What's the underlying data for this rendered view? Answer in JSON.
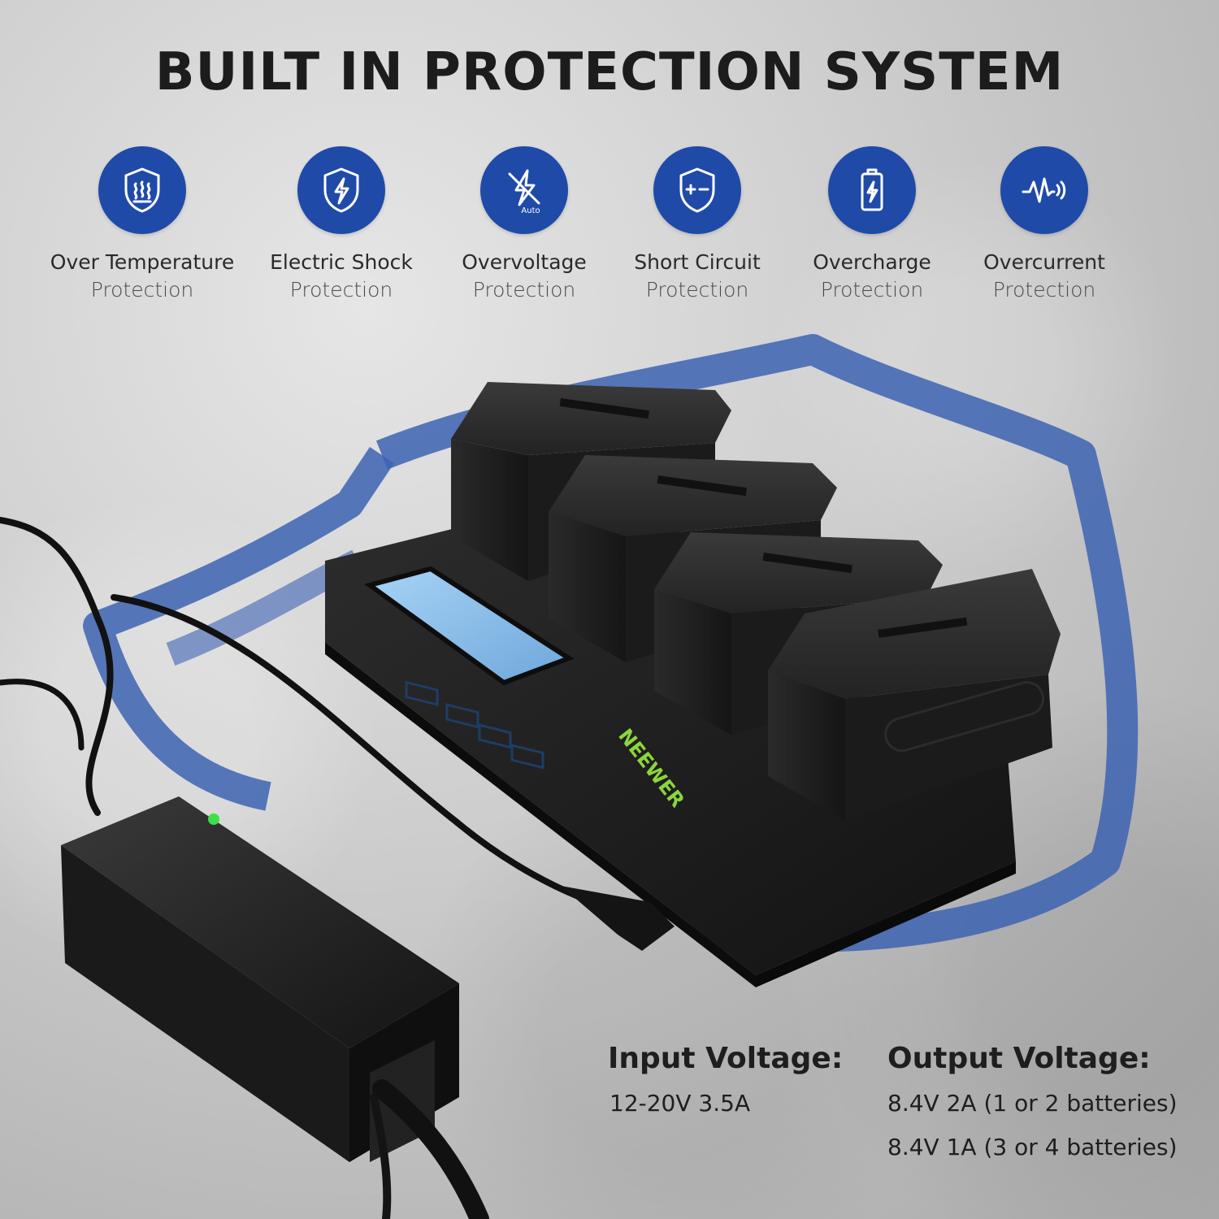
{
  "title": "BUILT IN PROTECTION SYSTEM",
  "features": [
    {
      "icon": "heat-shield-icon",
      "line1": "Over Temperature",
      "line2": "Protection"
    },
    {
      "icon": "lightning-shield-icon",
      "line1": "Electric Shock",
      "line2": "Protection"
    },
    {
      "icon": "auto-cutoff-icon",
      "line1": "Overvoltage",
      "line2": "Protection"
    },
    {
      "icon": "plus-minus-shield-icon",
      "line1": "Short Circuit",
      "line2": "Protection"
    },
    {
      "icon": "battery-charge-icon",
      "line1": "Overcharge",
      "line2": "Protection"
    },
    {
      "icon": "current-wave-icon",
      "line1": "Overcurrent",
      "line2": "Protection"
    }
  ],
  "auto_label": "Auto",
  "brand": "NEEWER",
  "input": {
    "label": "Input Voltage:",
    "value": "12-20V 3.5A"
  },
  "output": {
    "label": "Output Voltage:",
    "line1": "8.4V 2A (1 or 2 batteries)",
    "line2": "8.4V 1A (3 or 4 batteries)"
  },
  "colors": {
    "accent": "#1f4aa8",
    "charger": "#1b1b1b",
    "lcd": "#7fb6e6",
    "led": "#3ee04a"
  }
}
